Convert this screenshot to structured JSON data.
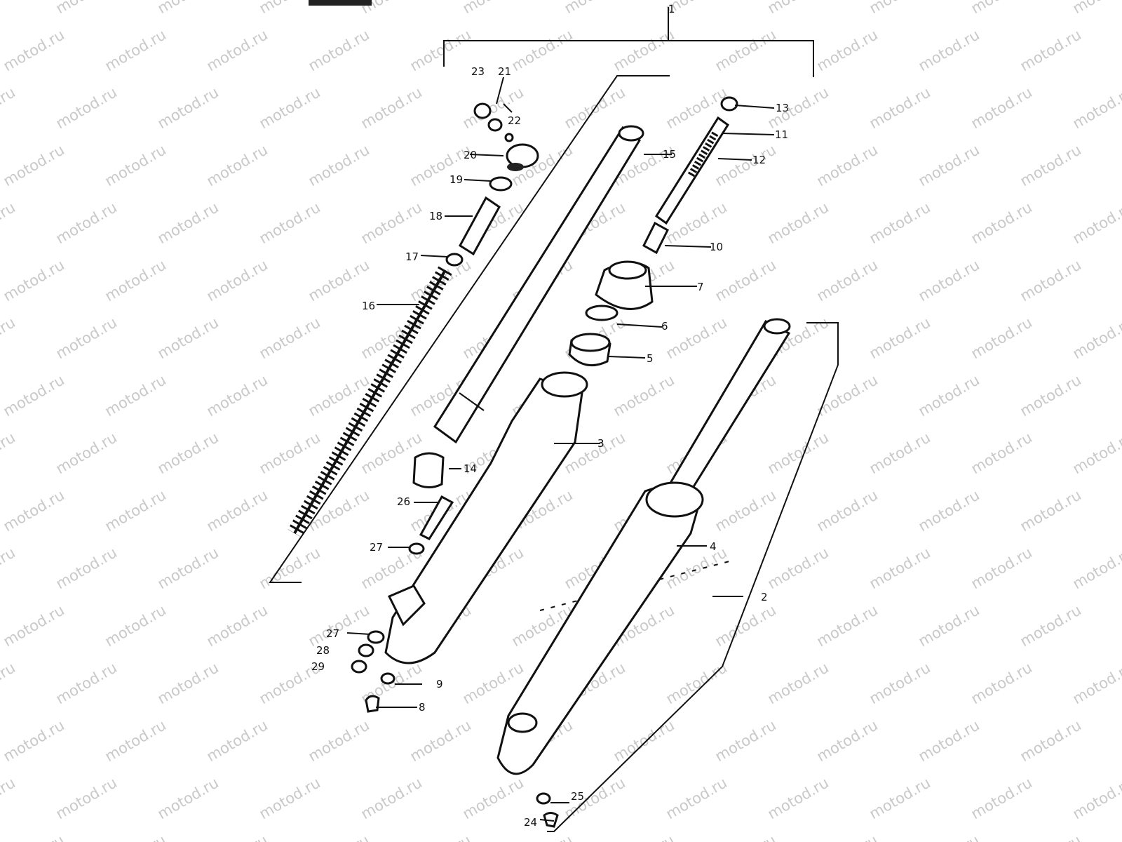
{
  "watermark": "motod.ru",
  "labels": {
    "p1": "1",
    "p2": "2",
    "p3": "3",
    "p4": "4",
    "p5": "5",
    "p6": "6",
    "p7": "7",
    "p8": "8",
    "p9": "9",
    "p10": "10",
    "p11": "11",
    "p12": "12",
    "p13": "13",
    "p14": "14",
    "p15": "15",
    "p16": "16",
    "p17": "17",
    "p18": "18",
    "p19": "19",
    "p20": "20",
    "p21": "21",
    "p22": "22",
    "p23": "23",
    "p24": "24",
    "p25": "25",
    "p26": "26",
    "p27a": "27",
    "p27b": "27",
    "p28": "28",
    "p29": "29"
  }
}
